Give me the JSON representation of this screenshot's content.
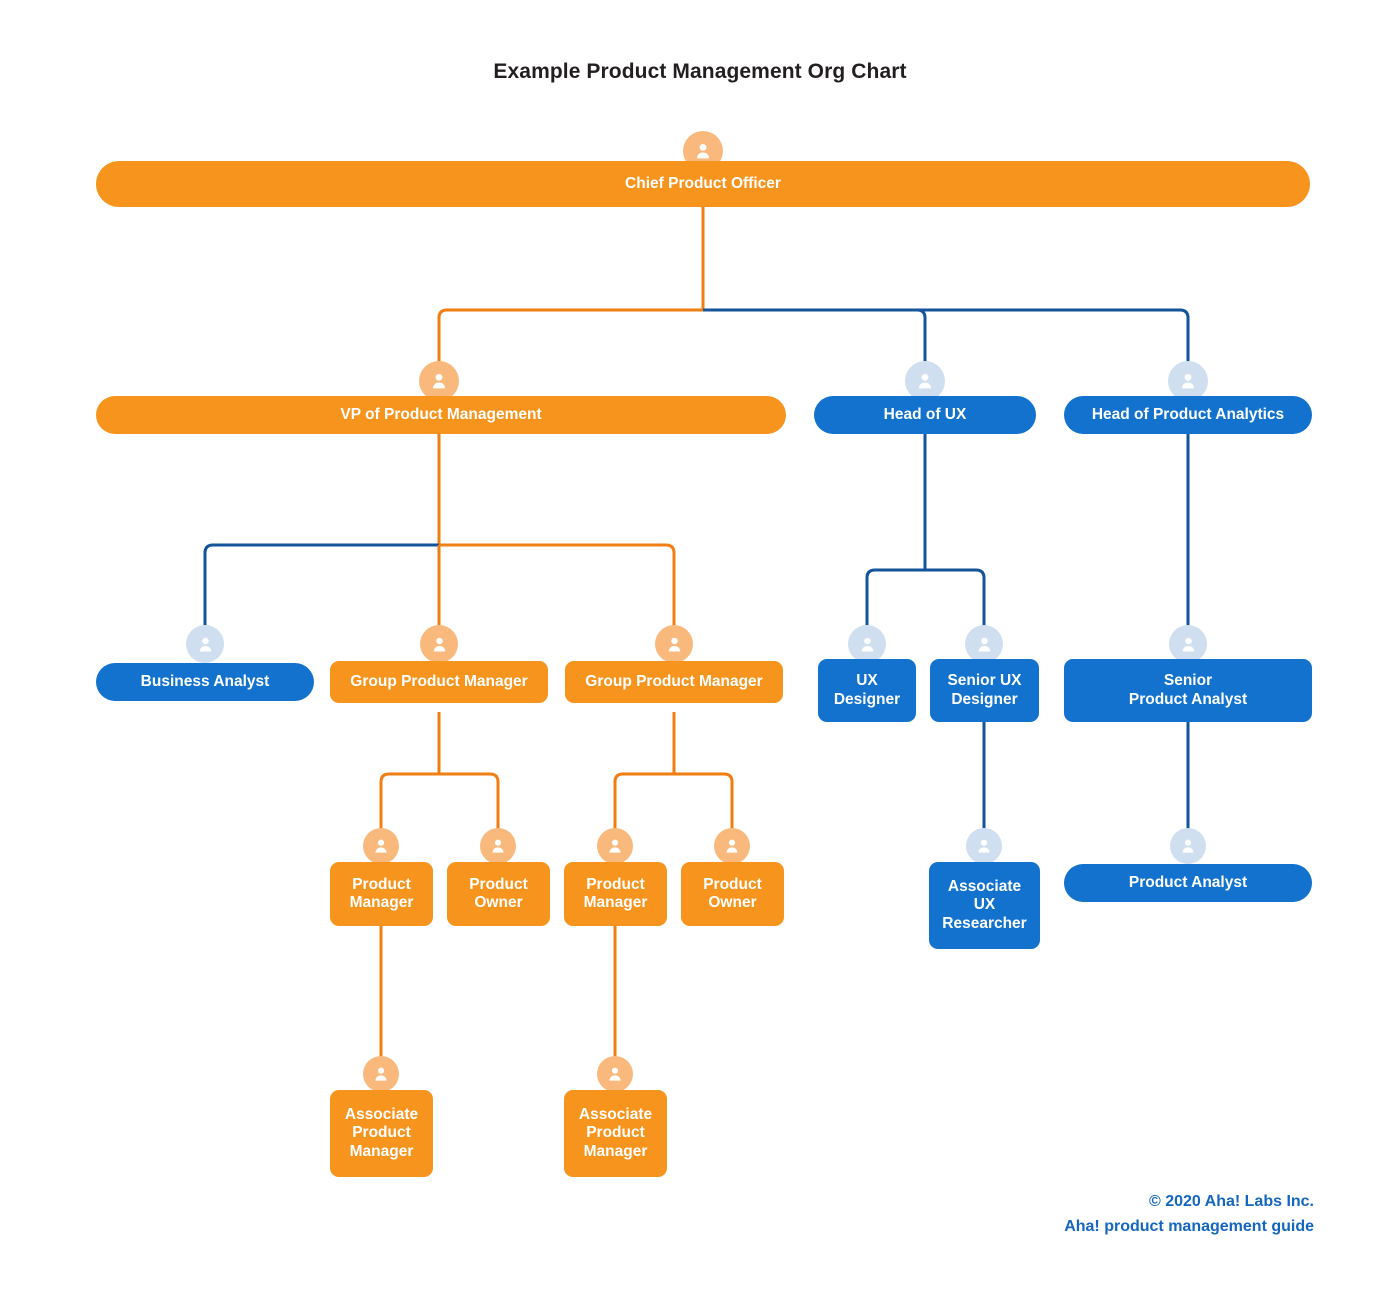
{
  "title": "Example Product Management Org Chart",
  "colors": {
    "orange": "#f7941e",
    "orange_avatar": "#f9b97c",
    "blue": "#1272cd",
    "blue_avatar": "#cfdff0",
    "line_orange": "#f07e12",
    "line_blue": "#14549b",
    "title_text": "#231f20",
    "footer_text": "#1566c0",
    "node_text": "#ffffff"
  },
  "chart_data": {
    "type": "diagram",
    "title": "Example Product Management Org Chart",
    "nodes": [
      {
        "id": "cpo",
        "label": "Chief Product Officer",
        "color": "orange",
        "shape": "pill",
        "level": 1
      },
      {
        "id": "vppm",
        "label": "VP of Product Management",
        "color": "orange",
        "shape": "pill",
        "level": 2
      },
      {
        "id": "hux",
        "label": "Head of UX",
        "color": "blue",
        "shape": "pill",
        "level": 2
      },
      {
        "id": "hpa",
        "label": "Head of Product Analytics",
        "color": "blue",
        "shape": "pill",
        "level": 2
      },
      {
        "id": "ba",
        "label": "Business Analyst",
        "color": "blue",
        "shape": "pill",
        "level": 3
      },
      {
        "id": "gpm1",
        "label": "Group Product Manager",
        "color": "orange",
        "shape": "rect",
        "level": 3
      },
      {
        "id": "gpm2",
        "label": "Group Product Manager",
        "color": "orange",
        "shape": "rect",
        "level": 3
      },
      {
        "id": "uxd",
        "label": "UX\nDesigner",
        "color": "blue",
        "shape": "rect",
        "level": 3
      },
      {
        "id": "suxd",
        "label": "Senior UX\nDesigner",
        "color": "blue",
        "shape": "rect",
        "level": 3
      },
      {
        "id": "spa",
        "label": "Senior\nProduct Analyst",
        "color": "blue",
        "shape": "rect",
        "level": 3
      },
      {
        "id": "pm1",
        "label": "Product\nManager",
        "color": "orange",
        "shape": "rect",
        "level": 4
      },
      {
        "id": "po1",
        "label": "Product\nOwner",
        "color": "orange",
        "shape": "rect",
        "level": 4
      },
      {
        "id": "pm2",
        "label": "Product\nManager",
        "color": "orange",
        "shape": "rect",
        "level": 4
      },
      {
        "id": "po2",
        "label": "Product\nOwner",
        "color": "orange",
        "shape": "rect",
        "level": 4
      },
      {
        "id": "auxr",
        "label": "Associate\nUX\nResearcher",
        "color": "blue",
        "shape": "rect",
        "level": 4
      },
      {
        "id": "pa",
        "label": "Product Analyst",
        "color": "blue",
        "shape": "pill",
        "level": 4
      },
      {
        "id": "apm1",
        "label": "Associate\nProduct\nManager",
        "color": "orange",
        "shape": "rect",
        "level": 5
      },
      {
        "id": "apm2",
        "label": "Associate\nProduct\nManager",
        "color": "orange",
        "shape": "rect",
        "level": 5
      }
    ],
    "edges": [
      {
        "from": "cpo",
        "to": "vppm",
        "color": "orange"
      },
      {
        "from": "cpo",
        "to": "hux",
        "color": "blue"
      },
      {
        "from": "cpo",
        "to": "hpa",
        "color": "blue"
      },
      {
        "from": "vppm",
        "to": "ba",
        "color": "blue"
      },
      {
        "from": "vppm",
        "to": "gpm1",
        "color": "orange"
      },
      {
        "from": "vppm",
        "to": "gpm2",
        "color": "orange"
      },
      {
        "from": "hux",
        "to": "uxd",
        "color": "blue"
      },
      {
        "from": "hux",
        "to": "suxd",
        "color": "blue"
      },
      {
        "from": "hpa",
        "to": "spa",
        "color": "blue"
      },
      {
        "from": "gpm1",
        "to": "pm1",
        "color": "orange"
      },
      {
        "from": "gpm1",
        "to": "po1",
        "color": "orange"
      },
      {
        "from": "gpm2",
        "to": "pm2",
        "color": "orange"
      },
      {
        "from": "gpm2",
        "to": "po2",
        "color": "orange"
      },
      {
        "from": "suxd",
        "to": "auxr",
        "color": "blue"
      },
      {
        "from": "spa",
        "to": "pa",
        "color": "blue"
      },
      {
        "from": "pm1",
        "to": "apm1",
        "color": "orange"
      },
      {
        "from": "pm2",
        "to": "apm2",
        "color": "orange"
      }
    ]
  },
  "nodes": {
    "cpo": "Chief Product Officer",
    "vppm": "VP of Product Management",
    "hux": "Head of UX",
    "hpa": "Head of Product Analytics",
    "ba": "Business Analyst",
    "gpm1": "Group Product Manager",
    "gpm2": "Group Product Manager",
    "uxd": "UX\nDesigner",
    "suxd": "Senior UX\nDesigner",
    "spa": "Senior\nProduct Analyst",
    "pm1": "Product\nManager",
    "po1": "Product\nOwner",
    "pm2": "Product\nManager",
    "po2": "Product\nOwner",
    "auxr": "Associate\nUX\nResearcher",
    "pa": "Product Analyst",
    "apm1": "Associate\nProduct\nManager",
    "apm2": "Associate\nProduct\nManager"
  },
  "footer": {
    "copyright": "© 2020 Aha! Labs Inc.",
    "guide": "Aha! product management guide"
  }
}
